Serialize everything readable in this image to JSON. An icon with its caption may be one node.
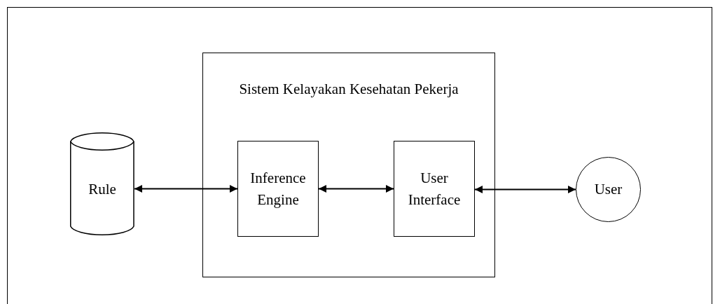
{
  "diagram": {
    "nodes": [
      {
        "text": [
          "Rule"
        ]
      },
      {
        "text": [
          "Sistem Kelayakan Kesehatan Pekerja"
        ]
      },
      {
        "text": [
          "Inference Engine"
        ],
        "in": 1
      },
      {
        "text": [
          "User Interface"
        ],
        "in": 1
      },
      {
        "text": [
          "User"
        ]
      }
    ],
    "edges": [
      {
        "from": 0,
        "to": 2,
        "arrow": "both"
      },
      {
        "from": 2,
        "to": 3,
        "arrow": "both"
      },
      {
        "from": 3,
        "to": 4,
        "arrow": "both"
      }
    ]
  }
}
